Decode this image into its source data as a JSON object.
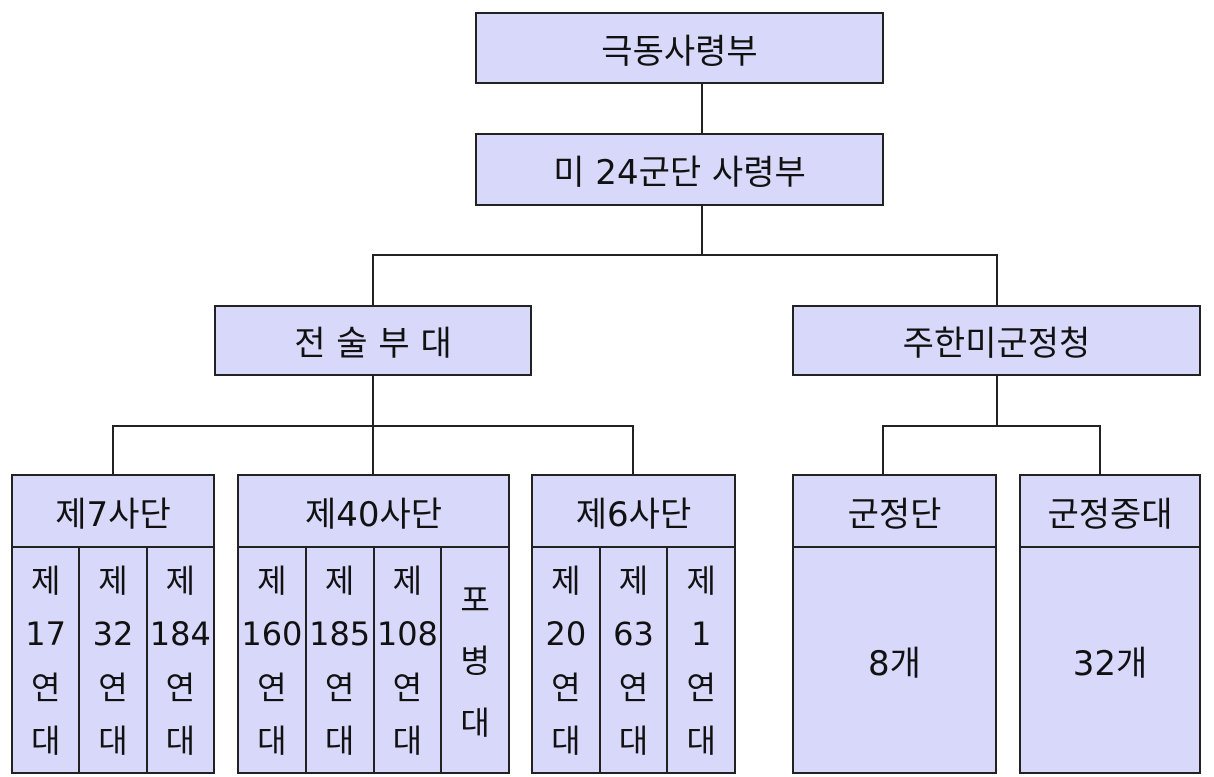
{
  "hq": {
    "label": "극동사령부"
  },
  "corps": {
    "label": "미 24군단 사령부"
  },
  "tactical": {
    "label": "전 술 부 대"
  },
  "military_gov": {
    "label": "주한미군정청"
  },
  "divisions": [
    {
      "name": "제7사단",
      "regiments": [
        [
          "제",
          "17",
          "연",
          "대"
        ],
        [
          "제",
          "32",
          "연",
          "대"
        ],
        [
          "제",
          "184",
          "연",
          "대"
        ]
      ]
    },
    {
      "name": "제40사단",
      "regiments": [
        [
          "제",
          "160",
          "연",
          "대"
        ],
        [
          "제",
          "185",
          "연",
          "대"
        ],
        [
          "제",
          "108",
          "연",
          "대"
        ],
        [
          "포",
          "병",
          "대"
        ]
      ]
    },
    {
      "name": "제6사단",
      "regiments": [
        [
          "제",
          "20",
          "연",
          "대"
        ],
        [
          "제",
          "63",
          "연",
          "대"
        ],
        [
          "제",
          "1",
          "연",
          "대"
        ]
      ]
    }
  ],
  "gov_units": [
    {
      "name": "군정단",
      "count": "8개"
    },
    {
      "name": "군정중대",
      "count": "32개"
    }
  ]
}
